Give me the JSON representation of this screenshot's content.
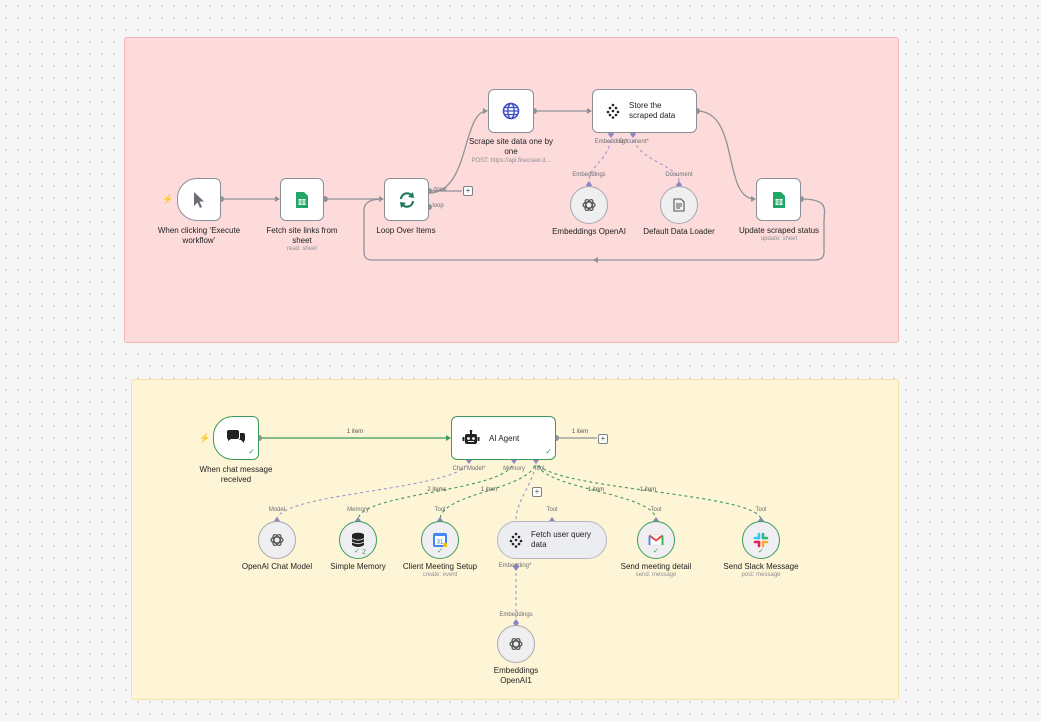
{
  "colors": {
    "accent_green": "#3b9b5a",
    "trigger_red": "#ef5a5a",
    "sticky_red": "#fddbdb",
    "sticky_yellow": "#fef5d6",
    "ai_purple": "#8b86c6"
  },
  "workflow1": {
    "trigger": {
      "label": "When clicking ‘Execute workflow’",
      "icon": "cursor-icon"
    },
    "fetch_links": {
      "label": "Fetch site links from sheet",
      "sub": "read: sheet",
      "icon": "google-sheets-icon"
    },
    "loop": {
      "label": "Loop Over Items",
      "icon": "loop-arrows-icon",
      "port_done": "done",
      "port_loop": "loop"
    },
    "scrape": {
      "label": "Scrape site data one by one",
      "sub": "POST: https://api.firecrawl.d...",
      "icon": "globe-icon"
    },
    "store": {
      "label": "Store the scraped data",
      "icon": "pinecone-icon",
      "port_embedding": "Embedding*",
      "port_document": "Document*"
    },
    "embeddings": {
      "label": "Embeddings OpenAI",
      "port": "Embeddings",
      "icon": "openai-icon"
    },
    "loader": {
      "label": "Default Data Loader",
      "port": "Document",
      "icon": "document-icon"
    },
    "update": {
      "label": "Update scraped status",
      "sub": "update: sheet",
      "icon": "google-sheets-icon"
    }
  },
  "workflow2": {
    "trigger": {
      "label": "When chat message received",
      "icon": "chat-bubbles-icon"
    },
    "trigger_wire": "1 item",
    "agent": {
      "label": "AI Agent",
      "icon": "robot-icon",
      "out_wire": "1 item",
      "port_model": "Chat Model*",
      "port_memory": "Memory",
      "port_tool": "Tool"
    },
    "chat_model": {
      "label": "OpenAI Chat Model",
      "port": "Model",
      "icon": "openai-icon"
    },
    "memory": {
      "label": "Simple Memory",
      "port": "Memory",
      "wire": "2 items",
      "badge": "2",
      "icon": "database-icon"
    },
    "calendar": {
      "label": "Client Meeting Setup",
      "sub": "create: event",
      "port": "Tool",
      "wire": "1 item",
      "icon": "google-calendar-icon",
      "cal_day": "31"
    },
    "fetch": {
      "label": "Fetch user query data",
      "port": "Tool",
      "port_embedding": "Embedding*",
      "icon": "pinecone-icon"
    },
    "gmail": {
      "label": "Send meeting detail",
      "sub": "send: message",
      "port": "Tool",
      "wire": "1 item",
      "icon": "gmail-icon"
    },
    "slack": {
      "label": "Send Slack Message",
      "sub": "post: message",
      "port": "Tool",
      "wire": "1 item",
      "icon": "slack-icon"
    },
    "embeddings2": {
      "label": "Embeddings OpenAI1",
      "port": "Embeddings",
      "icon": "openai-icon"
    }
  }
}
